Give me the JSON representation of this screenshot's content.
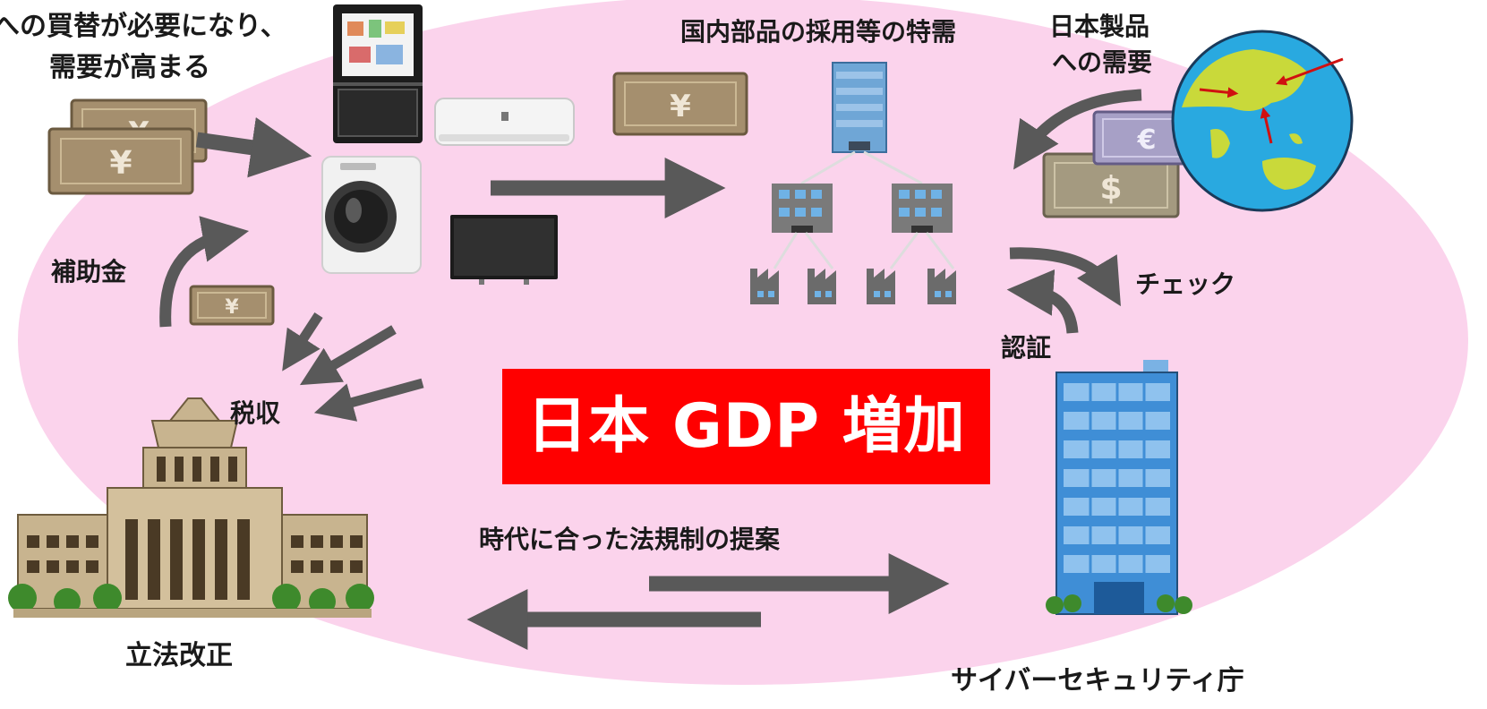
{
  "labels": {
    "replacement_demand_line1": "への買替が必要になり、",
    "replacement_demand_line2": "需要が高まる",
    "domestic_parts": "国内部品の採用等の特需",
    "japan_products_line1": "日本製品",
    "japan_products_line2": "への需要",
    "subsidy": "補助金",
    "check": "チェック",
    "certification": "認証",
    "tax_revenue": "税収",
    "gdp_increase": "日本 GDP 増加",
    "law_proposal": "時代に合った法規制の提案",
    "legislation": "立法改正",
    "cyber_agency": "サイバーセキュリティ庁"
  },
  "currency_symbols": {
    "yen": "¥",
    "euro": "€",
    "dollar": "$"
  },
  "colors": {
    "background_ellipse": "#fbd3ec",
    "center_box": "#ff0000",
    "arrow": "#595959",
    "banknote_yen": "#a58f6e",
    "banknote_euro": "#a7a0c6",
    "banknote_dollar": "#a49a80",
    "globe_ocean": "#29a9e0",
    "globe_land": "#c9d93a",
    "building_blue": "#3f8ed6"
  },
  "icons": [
    "refrigerator-icon",
    "air-conditioner-icon",
    "washing-machine-icon",
    "television-icon",
    "corporate-tower-icon",
    "subsidiary-building-icon",
    "factory-icon",
    "globe-icon",
    "diet-building-icon",
    "government-agency-building-icon",
    "banknote-icon"
  ]
}
